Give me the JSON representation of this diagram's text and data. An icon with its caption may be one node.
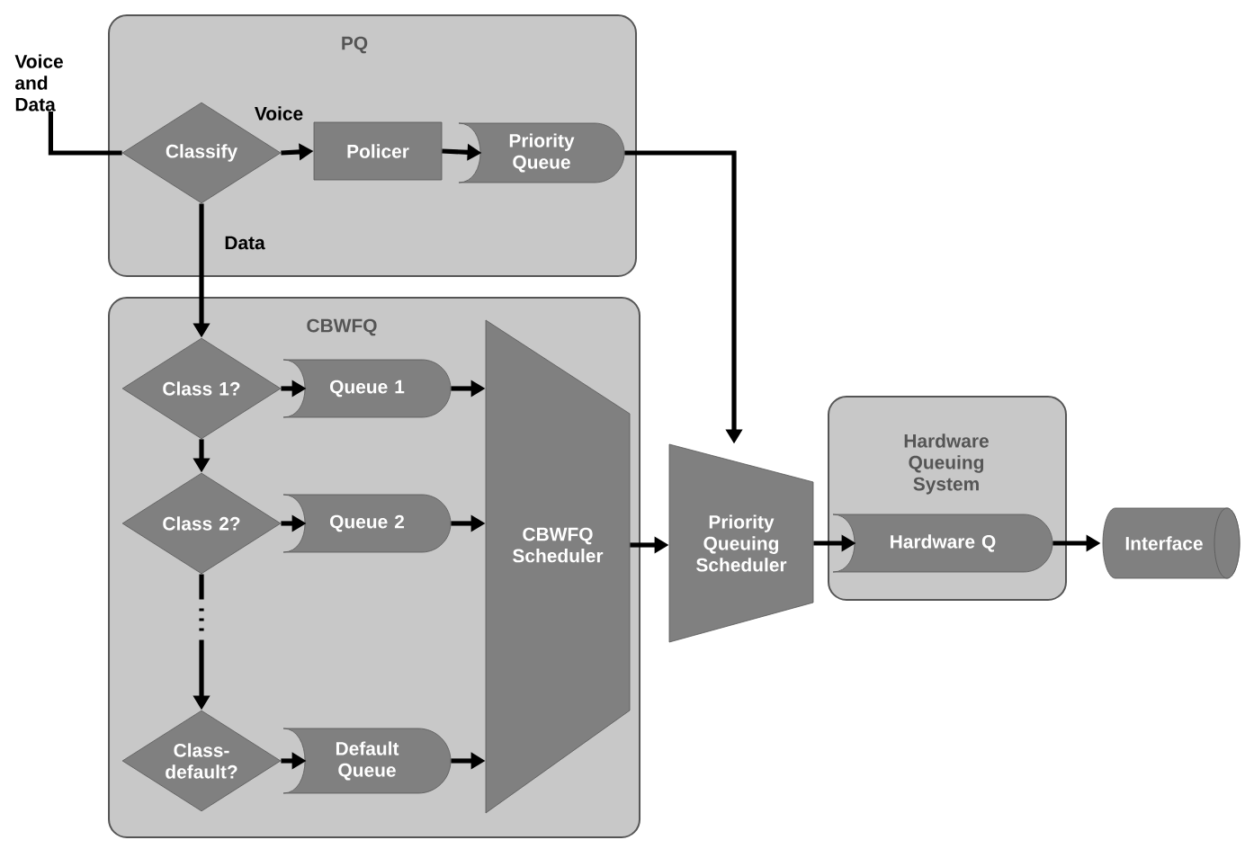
{
  "diagram": {
    "nodes": [
      {
        "text": [
          "Voice and Data"
        ]
      },
      {
        "text": [
          "PQ"
        ]
      },
      {
        "text": [
          "Classify"
        ],
        "in": 1
      },
      {
        "text": [
          "Policer"
        ],
        "in": 1
      },
      {
        "text": [
          "Priority Queue"
        ],
        "in": 1
      },
      {
        "text": [
          "CBWFQ"
        ]
      },
      {
        "text": [
          "Class 1?"
        ],
        "in": 5
      },
      {
        "text": [
          "Queue 1"
        ],
        "in": 5
      },
      {
        "text": [
          "Class 2?"
        ],
        "in": 5
      },
      {
        "text": [
          "Queue 2"
        ],
        "in": 5
      },
      {
        "text": [
          "Class-default?"
        ],
        "in": 5
      },
      {
        "text": [
          "Default Queue"
        ],
        "in": 5
      },
      {
        "text": [
          "CBWFQ Scheduler"
        ],
        "in": 5
      },
      {
        "text": [
          "Priority Queuing Scheduler"
        ]
      },
      {
        "text": [
          "Hardware Queuing System"
        ]
      },
      {
        "text": [
          "Hardware Q"
        ],
        "in": 14
      },
      {
        "text": [
          "Interface"
        ]
      }
    ],
    "edges": [
      {
        "from": 0,
        "to": 2,
        "arrow": "none"
      },
      {
        "from": 2,
        "to": 3,
        "arrow": "to",
        "label": "Voice"
      },
      {
        "from": 3,
        "to": 4,
        "arrow": "to"
      },
      {
        "from": 2,
        "to": 6,
        "arrow": "to",
        "label": "Data"
      },
      {
        "from": 6,
        "to": 7,
        "arrow": "to"
      },
      {
        "from": 6,
        "to": 8,
        "arrow": "to"
      },
      {
        "from": 8,
        "to": 9,
        "arrow": "to"
      },
      {
        "from": 8,
        "to": 10,
        "arrow": "to",
        "style": "dashed"
      },
      {
        "from": 10,
        "to": 11,
        "arrow": "to"
      },
      {
        "from": 7,
        "to": 12,
        "arrow": "to"
      },
      {
        "from": 9,
        "to": 12,
        "arrow": "to"
      },
      {
        "from": 11,
        "to": 12,
        "arrow": "to"
      },
      {
        "from": 12,
        "to": 13,
        "arrow": "to"
      },
      {
        "from": 4,
        "to": 13,
        "arrow": "to"
      },
      {
        "from": 13,
        "to": 15,
        "arrow": "to"
      },
      {
        "from": 15,
        "to": 16,
        "arrow": "to"
      }
    ]
  }
}
